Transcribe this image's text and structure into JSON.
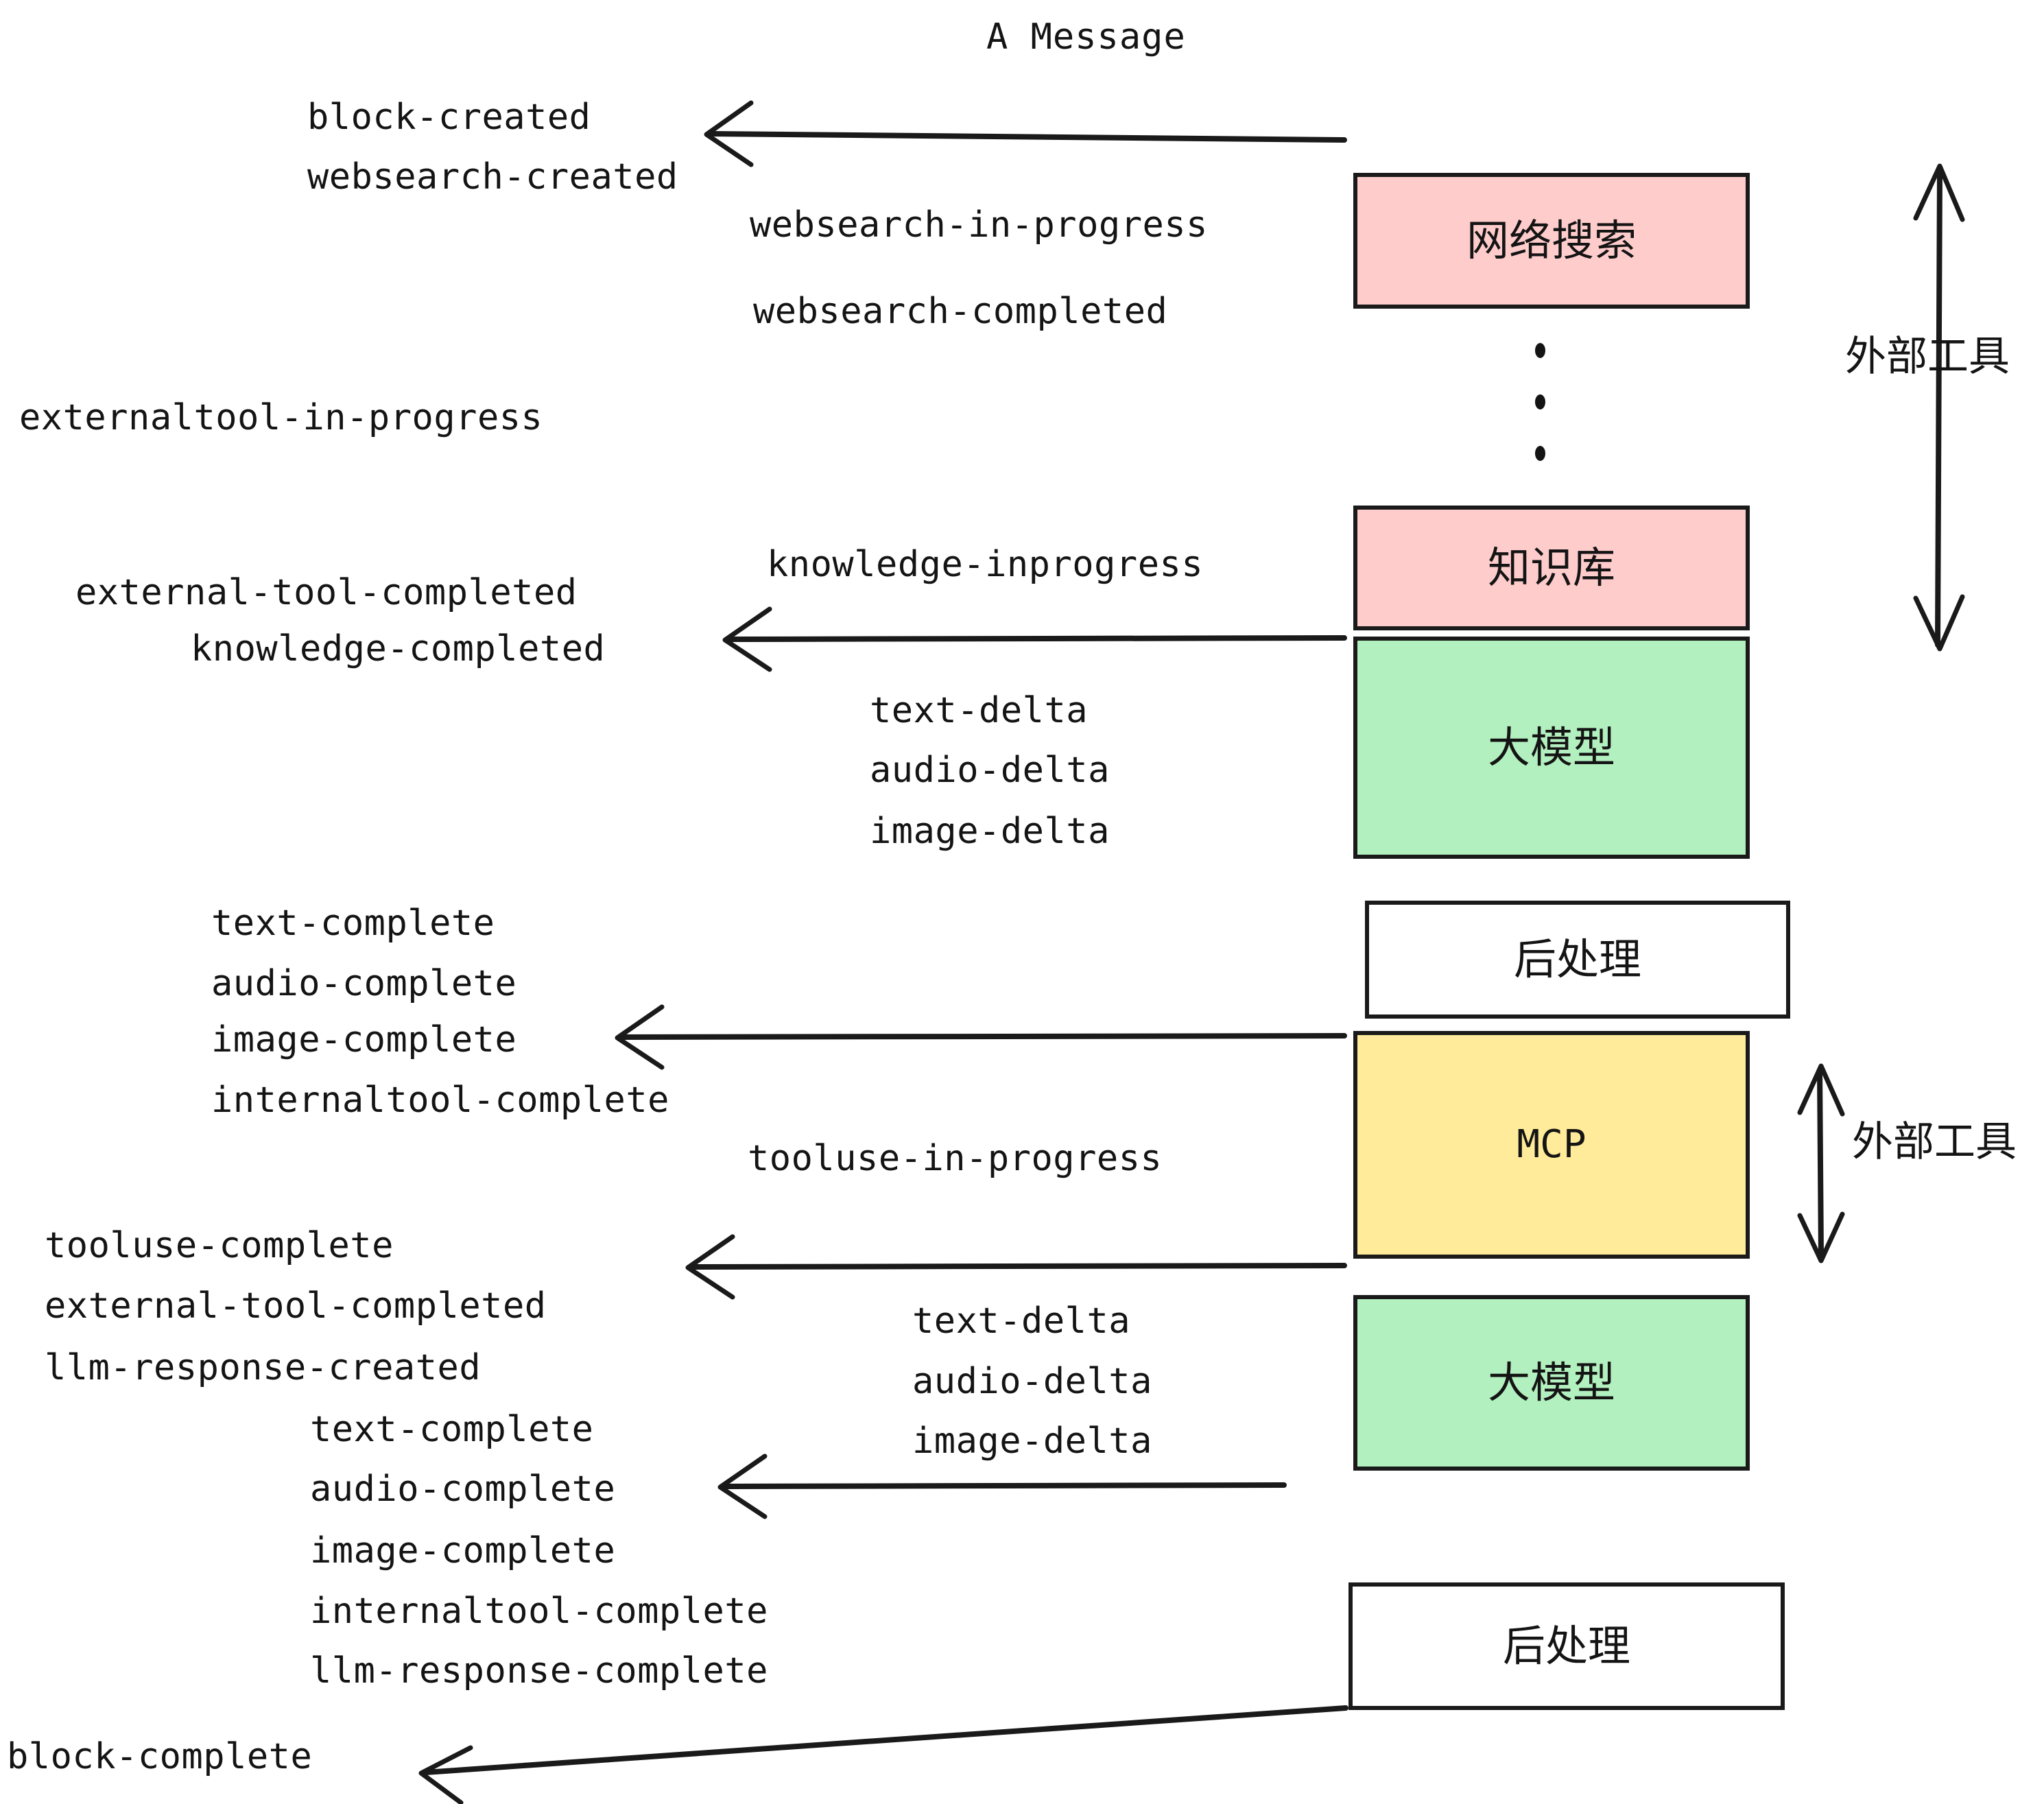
{
  "title": "A Message",
  "colors": {
    "pink": "#FFCCCC",
    "green": "#B3F0BF",
    "yellow": "#FFEB99",
    "white": "#FFFFFF",
    "stroke": "#1a1a1a",
    "text": "#141414"
  },
  "boxes": {
    "websearch": "网络搜索",
    "knowledge": "知识库",
    "llm_top": "大模型",
    "postprocess_top": "后处理",
    "mcp": "MCP",
    "llm_bottom": "大模型",
    "postprocess_bottom": "后处理"
  },
  "side_labels": {
    "external_tool_top": "外部工具",
    "external_tool_bottom": "外部工具"
  },
  "events": {
    "block_created": "block-created",
    "websearch_created": "websearch-created",
    "websearch_in_progress": "websearch-in-progress",
    "websearch_completed": "websearch-completed",
    "externaltool_in_progress": "externaltool-in-progress",
    "knowledge_inprogress": "knowledge-inprogress",
    "external_tool_completed_1": "external-tool-completed",
    "knowledge_completed": "knowledge-completed",
    "text_delta_1": "text-delta",
    "audio_delta_1": "audio-delta",
    "image_delta_1": "image-delta",
    "text_complete_1": "text-complete",
    "audio_complete_1": "audio-complete",
    "image_complete_1": "image-complete",
    "internaltool_complete_1": "internaltool-complete",
    "tooluse_in_progress": "tooluse-in-progress",
    "tooluse_complete": "tooluse-complete",
    "external_tool_completed_2": "external-tool-completed",
    "llm_response_created": "llm-response-created",
    "text_delta_2": "text-delta",
    "audio_delta_2": "audio-delta",
    "image_delta_2": "image-delta",
    "text_complete_2": "text-complete",
    "audio_complete_2": "audio-complete",
    "image_complete_2": "image-complete",
    "internaltool_complete_2": "internaltool-complete",
    "llm_response_complete": "llm-response-complete",
    "block_complete": "block-complete"
  }
}
